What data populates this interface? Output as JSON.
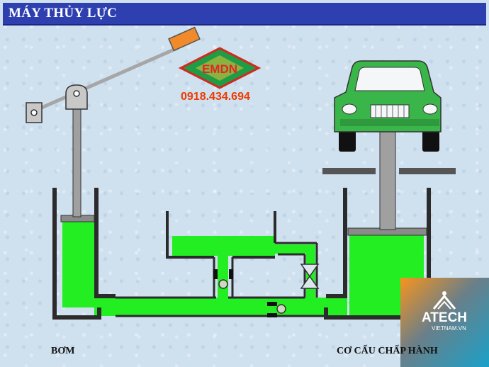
{
  "title": "MÁY THỦY LỰC",
  "logo": {
    "text": "EMDN",
    "phone": "0918.434.694"
  },
  "labels": {
    "pump": "BƠM",
    "actuator": "CƠ CẤU CHẤP HÀNH"
  },
  "brand": {
    "name": "ATECH",
    "site": "VIETNAM.VN"
  },
  "colors": {
    "background": "#cfe0ef",
    "title_bar": "#2e3fb0",
    "fluid": "#22ee22",
    "car": "#3ab54a",
    "wall": "#2b2b2b",
    "phone": "#ee3a00"
  },
  "icons": [
    "pivot-bracket-icon",
    "car-icon",
    "check-valve-icon",
    "throttle-valve-icon",
    "atech-logo-icon"
  ]
}
